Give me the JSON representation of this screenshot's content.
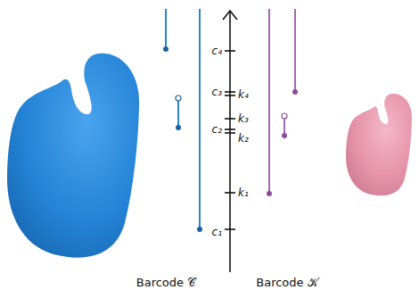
{
  "diagram": {
    "labels": [
      "c₄",
      "c₃",
      "k₄",
      "k₃",
      "c₂",
      "k₂",
      "k₁",
      "c₁",
      "Barcode 𝒞",
      "Barcode 𝒦"
    ]
  }
}
